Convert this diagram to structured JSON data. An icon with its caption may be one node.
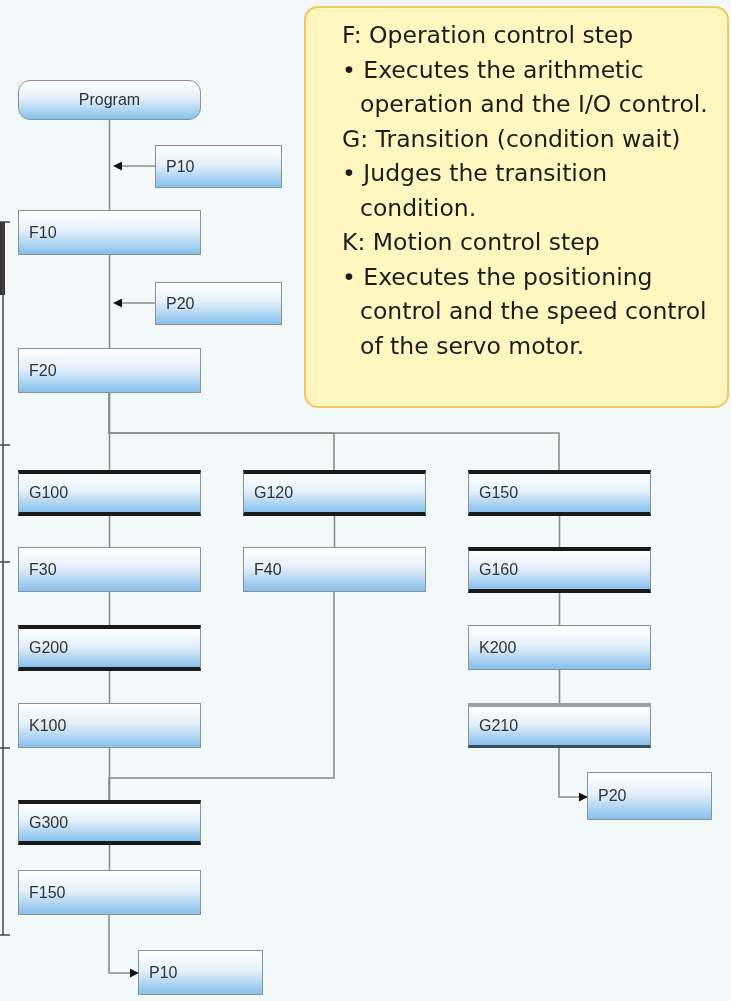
{
  "diagram": {
    "nodes": [
      {
        "text": [
          "Program"
        ]
      },
      {
        "text": [
          "P10"
        ]
      },
      {
        "text": [
          "F10"
        ]
      },
      {
        "text": [
          "P20"
        ]
      },
      {
        "text": [
          "F20"
        ]
      },
      {
        "text": [
          "G100"
        ]
      },
      {
        "text": [
          "G120"
        ]
      },
      {
        "text": [
          "G150"
        ]
      },
      {
        "text": [
          "F30"
        ]
      },
      {
        "text": [
          "F40"
        ]
      },
      {
        "text": [
          "G160"
        ]
      },
      {
        "text": [
          "G200"
        ]
      },
      {
        "text": [
          "K200"
        ]
      },
      {
        "text": [
          "K100"
        ]
      },
      {
        "text": [
          "G210"
        ]
      },
      {
        "text": [
          "G300"
        ]
      },
      {
        "text": [
          "F150"
        ]
      },
      {
        "text": [
          "P10"
        ]
      },
      {
        "text": [
          "P20"
        ]
      },
      {
        "text": [
          "F: Operation control step",
          "• Executes the arithmetic operation and the I/O control.",
          "G: Transition (condition wait)",
          "• Judges the transition condition.",
          "K: Motion control step",
          "• Executes the positioning control and the speed control of the servo motor."
        ]
      }
    ],
    "edges": [
      {
        "from": 0,
        "to": 2,
        "arrow": "none"
      },
      {
        "from": 1,
        "to": null,
        "arrow": "to"
      },
      {
        "from": 2,
        "to": 4,
        "arrow": "none"
      },
      {
        "from": 3,
        "to": null,
        "arrow": "to"
      },
      {
        "from": 4,
        "to": 5,
        "arrow": "none"
      },
      {
        "from": 4,
        "to": 6,
        "arrow": "none"
      },
      {
        "from": 4,
        "to": 7,
        "arrow": "none"
      },
      {
        "from": 5,
        "to": 8,
        "arrow": "none"
      },
      {
        "from": 6,
        "to": 9,
        "arrow": "none"
      },
      {
        "from": 7,
        "to": 10,
        "arrow": "none"
      },
      {
        "from": 8,
        "to": 11,
        "arrow": "none"
      },
      {
        "from": 10,
        "to": 12,
        "arrow": "none"
      },
      {
        "from": 11,
        "to": 13,
        "arrow": "none"
      },
      {
        "from": 12,
        "to": 14,
        "arrow": "none"
      },
      {
        "from": 13,
        "to": 15,
        "arrow": "none"
      },
      {
        "from": 9,
        "to": 15,
        "arrow": "none"
      },
      {
        "from": 14,
        "to": 18,
        "arrow": "to"
      },
      {
        "from": 15,
        "to": 16,
        "arrow": "none"
      },
      {
        "from": 16,
        "to": 17,
        "arrow": "to"
      }
    ]
  }
}
